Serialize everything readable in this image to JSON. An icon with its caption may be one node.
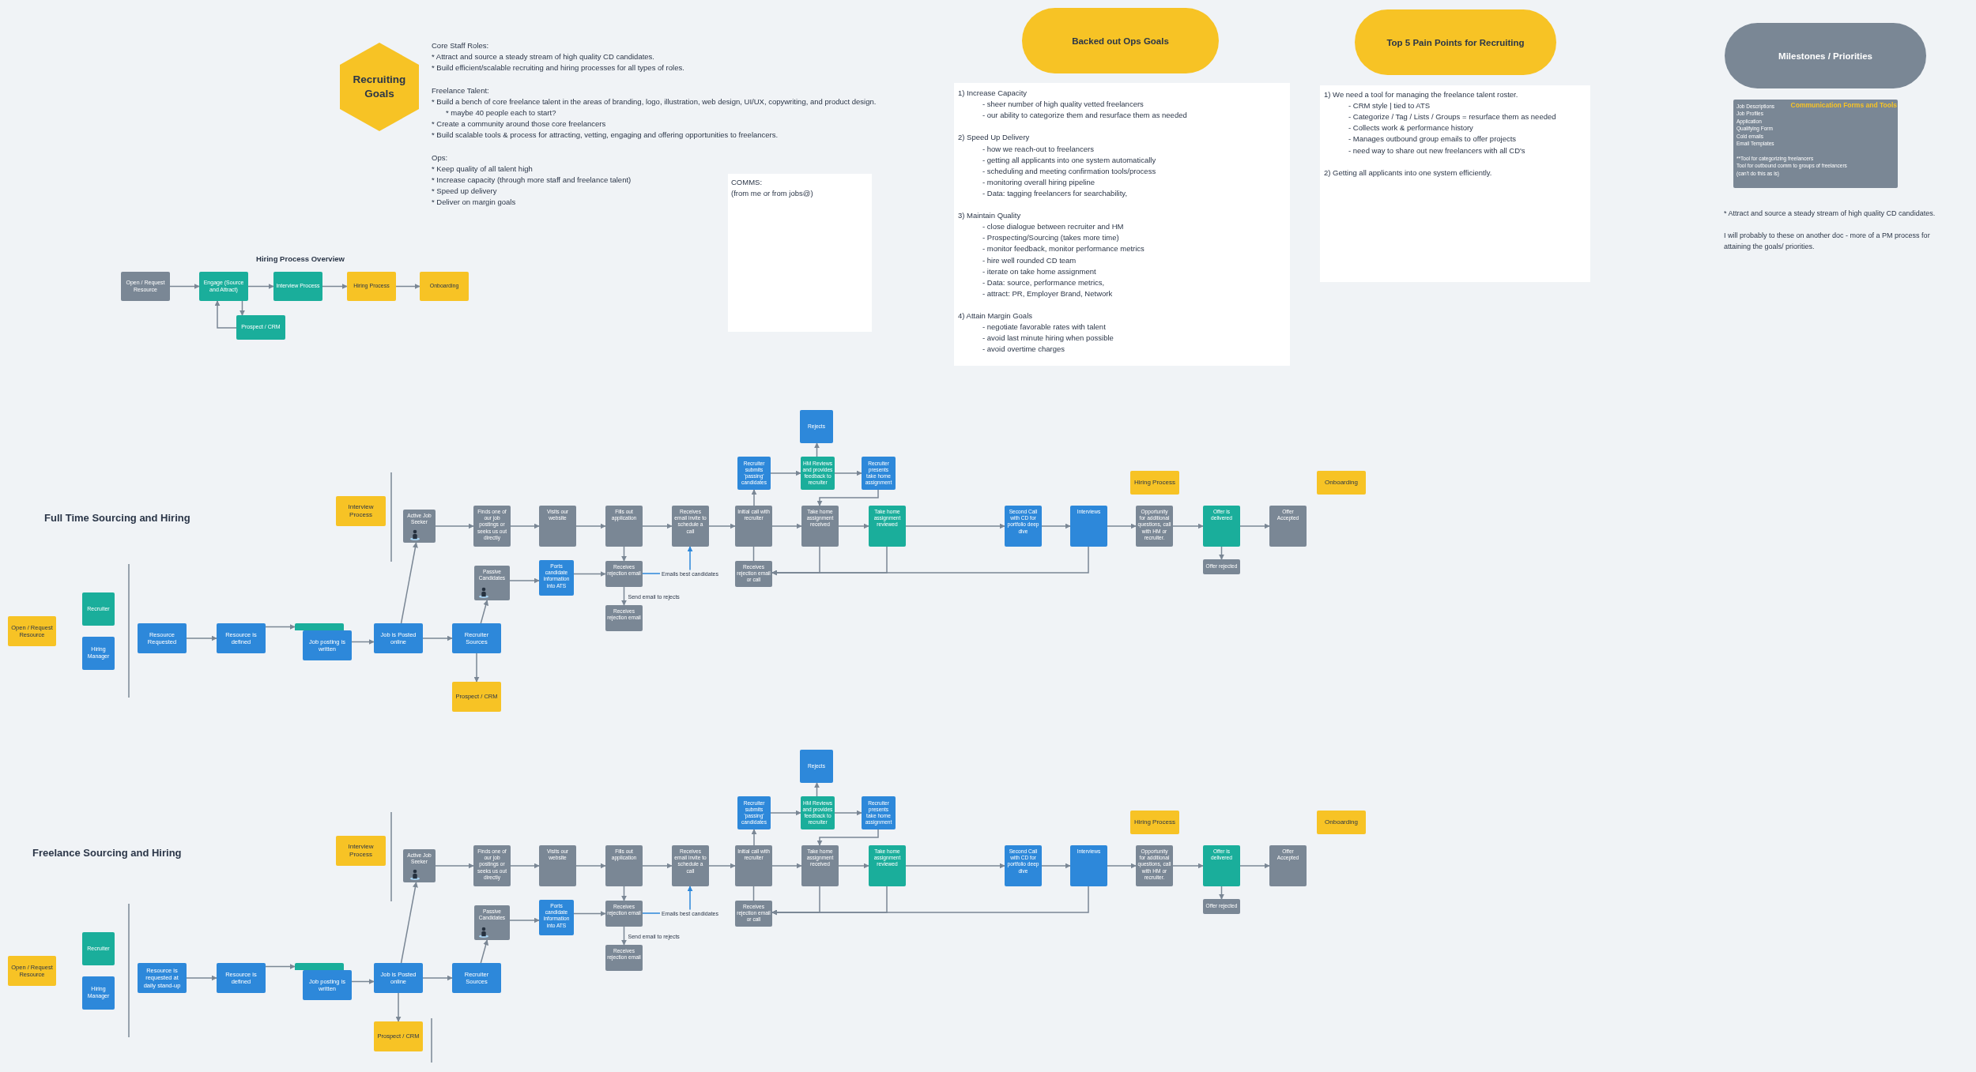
{
  "diagram": {
    "nodes": [
      {
        "text": [
          "Recruiting Goals"
        ]
      },
      {
        "text": [
          "Backed out Ops Goals"
        ]
      },
      {
        "text": [
          "1) Increase Capacity",
          "- sheer number of high quality vetted freelancers",
          "- our ability to categorize them and resurface them as needed",
          "2) Speed Up Delivery",
          "- how we reach-out to freelancers",
          "- getting all applicants into one system automatically",
          "- scheduling and meeting confirmation tools/process",
          "- monitoring overall hiring pipeline",
          "- Data: tagging freelancers for searchability,",
          "3) Maintain Quality",
          "- close dialogue between recruiter and HM",
          "- Prospecting/Sourcing (takes more time)",
          "- monitor feedback, monitor performance metrics",
          "- hire well rounded CD team",
          "- iterate on take home assignment",
          "- Data: source, performance metrics,",
          "- attract: PR, Employer Brand, Network",
          "4) Attain Margin Goals",
          "- negotiate favorable rates with talent",
          "- avoid last minute hiring when possible",
          "- avoid overtime charges"
        ]
      },
      {
        "text": [
          "Top 5 Pain Points for Recruiting"
        ]
      },
      {
        "text": [
          "1) We need a tool for managing the freelance talent roster.",
          "- CRM style | tied to ATS",
          "- Categorize / Tag / Lists / Groups = resurface them as needed",
          "- Collects work & performance history",
          "- Manages outbound group emails to offer projects",
          "- need way to share out new freelancers with all CD's",
          "2) Getting all applicants into one system efficiently."
        ]
      },
      {
        "text": [
          "Milestones / Priorities"
        ]
      },
      {
        "text": [
          "Communication Forms and Tools",
          "Job Descriptions",
          "Job Profiles",
          "Application",
          "Qualifying Form",
          "Cold emails",
          "Email Templates",
          "**Tool for categorizing freelancers",
          "Tool for outbound comm to groups of freelancers",
          "(can't do this as is)"
        ]
      },
      {
        "text": [
          "COMMS:",
          "(from me or from jobs@)"
        ]
      },
      {
        "text": [
          "Open / Request Resource"
        ]
      },
      {
        "text": [
          "Engage (Source and Attract)"
        ]
      },
      {
        "text": [
          "Interview Process"
        ]
      },
      {
        "text": [
          "Hiring Process"
        ]
      },
      {
        "text": [
          "Onboarding"
        ]
      },
      {
        "text": [
          "Prospect / CRM"
        ]
      },
      {
        "text": [
          "Interview Process"
        ]
      },
      {
        "text": [
          "Open / Request Resource"
        ]
      },
      {
        "text": [
          "Recruiter"
        ]
      },
      {
        "text": [
          "Hiring Manager"
        ]
      },
      {
        "text": [
          "Resource Requested"
        ]
      },
      {
        "text": [
          "Resource is defined"
        ]
      },
      {
        "text": [],
        "shape": "box"
      },
      {
        "text": [
          "Job posting is written"
        ]
      },
      {
        "text": [
          "Job is Posted online"
        ]
      },
      {
        "text": [
          "Recruiter Sources"
        ]
      },
      {
        "text": [
          "Prospect / CRM"
        ]
      },
      {
        "text": [
          "Active Job Seeker"
        ]
      },
      {
        "text": [
          "Finds one of our job postings or seeks us out directly"
        ]
      },
      {
        "text": [
          "Visits our website"
        ]
      },
      {
        "text": [
          "Fills out application"
        ]
      },
      {
        "text": [
          "Receives email invite to schedule a call"
        ]
      },
      {
        "text": [
          "Initial call with recruiter"
        ]
      },
      {
        "text": [
          "Take home assignment received"
        ]
      },
      {
        "text": [
          "Take home assignment reviewed"
        ]
      },
      {
        "text": [
          "Second Call with CD for portfolio deep dive"
        ]
      },
      {
        "text": [
          "Interviews"
        ]
      },
      {
        "text": [
          "Opportunity for additional questions, call with HM or recruiter."
        ]
      },
      {
        "text": [
          "Offer is delivered"
        ]
      },
      {
        "text": [
          "Offer Accepted"
        ]
      },
      {
        "text": [
          "Passive Candidates"
        ]
      },
      {
        "text": [
          "Ports candidate information into ATS"
        ]
      },
      {
        "text": [
          "Receives rejection email"
        ]
      },
      {
        "text": [
          "Receives rejection email"
        ]
      },
      {
        "text": [
          "Receives rejection email or call"
        ]
      },
      {
        "text": [
          "Recruiter submits 'passing' candidates"
        ]
      },
      {
        "text": [
          "HM Reviews and provides feedback to recruiter"
        ]
      },
      {
        "text": [
          "Recruiter presents take home assignment"
        ]
      },
      {
        "text": [
          "Rejects"
        ]
      },
      {
        "text": [
          "Offer rejected"
        ]
      },
      {
        "text": [
          "Hiring Process"
        ]
      },
      {
        "text": [
          "Onboarding"
        ]
      },
      {
        "text": [
          "Interview Process"
        ]
      },
      {
        "text": [
          "Open / Request Resource"
        ]
      },
      {
        "text": [
          "Recruiter"
        ]
      },
      {
        "text": [
          "Hiring Manager"
        ]
      },
      {
        "text": [
          "Resource is requested at daily stand-up"
        ]
      },
      {
        "text": [
          "Resource is defined"
        ]
      },
      {
        "text": [],
        "shape": "box"
      },
      {
        "text": [
          "Job posting is written"
        ]
      },
      {
        "text": [
          "Job is Posted online"
        ]
      },
      {
        "text": [
          "Recruiter Sources"
        ]
      },
      {
        "text": [
          "Prospect / CRM"
        ]
      },
      {
        "text": [
          "Active Job Seeker"
        ]
      },
      {
        "text": [
          "Finds one of our job postings or seeks us out directly"
        ]
      },
      {
        "text": [
          "Visits our website"
        ]
      },
      {
        "text": [
          "Fills out application"
        ]
      },
      {
        "text": [
          "Receives email invite to schedule a call"
        ]
      },
      {
        "text": [
          "Initial call with recruiter"
        ]
      },
      {
        "text": [
          "Take home assignment received"
        ]
      },
      {
        "text": [
          "Take home assignment reviewed"
        ]
      },
      {
        "text": [
          "Second Call with CD for portfolio deep dive"
        ]
      },
      {
        "text": [
          "Interviews"
        ]
      },
      {
        "text": [
          "Opportunity for additional questions, call with HM or recruiter."
        ]
      },
      {
        "text": [
          "Offer is delivered"
        ]
      },
      {
        "text": [
          "Offer Accepted"
        ]
      },
      {
        "text": [
          "Passive Candidates"
        ]
      },
      {
        "text": [
          "Ports candidate information into ATS"
        ]
      },
      {
        "text": [
          "Receives rejection email"
        ]
      },
      {
        "text": [
          "Receives rejection email"
        ]
      },
      {
        "text": [
          "Receives rejection email or call"
        ]
      },
      {
        "text": [
          "Recruiter submits 'passing' candidates"
        ]
      },
      {
        "text": [
          "HM Reviews and provides feedback to recruiter"
        ]
      },
      {
        "text": [
          "Recruiter presents take home assignment"
        ]
      },
      {
        "text": [
          "Rejects"
        ]
      },
      {
        "text": [
          "Offer rejected"
        ]
      },
      {
        "text": [
          "Hiring Process"
        ]
      },
      {
        "text": [
          "Onboarding"
        ]
      }
    ],
    "edges": [
      {
        "from": 8,
        "to": 9,
        "arrow": "to"
      },
      {
        "from": 9,
        "to": 10,
        "arrow": "to"
      },
      {
        "from": 10,
        "to": 11,
        "arrow": "to"
      },
      {
        "from": 11,
        "to": 12,
        "arrow": "to"
      },
      {
        "from": 9,
        "to": 13,
        "arrow": "to"
      },
      {
        "from": 13,
        "to": 9,
        "arrow": "to"
      },
      {
        "from": 18,
        "to": 19,
        "arrow": "to"
      },
      {
        "from": 19,
        "to": 20,
        "arrow": "to"
      },
      {
        "from": 21,
        "to": 22,
        "arrow": "to"
      },
      {
        "from": 22,
        "to": 23,
        "arrow": "to"
      },
      {
        "from": 23,
        "to": 24,
        "arrow": "to"
      },
      {
        "from": 22,
        "to": 25,
        "arrow": "to"
      },
      {
        "from": 23,
        "to": 38,
        "arrow": "to"
      },
      {
        "from": 25,
        "to": 26,
        "arrow": "to"
      },
      {
        "from": 26,
        "to": 27,
        "arrow": "to"
      },
      {
        "from": 27,
        "to": 28,
        "arrow": "to"
      },
      {
        "from": 28,
        "to": 29,
        "arrow": "to"
      },
      {
        "from": 29,
        "to": 30,
        "arrow": "to"
      },
      {
        "from": 30,
        "to": 31,
        "arrow": "to"
      },
      {
        "from": 31,
        "to": 32,
        "arrow": "to"
      },
      {
        "from": 32,
        "to": 33,
        "arrow": "to"
      },
      {
        "from": 33,
        "to": 34,
        "arrow": "to"
      },
      {
        "from": 34,
        "to": 35,
        "arrow": "to"
      },
      {
        "from": 35,
        "to": 36,
        "arrow": "to"
      },
      {
        "from": 36,
        "to": 37,
        "arrow": "to"
      },
      {
        "from": 36,
        "to": 47,
        "arrow": "to"
      },
      {
        "from": 38,
        "to": 39,
        "arrow": "to"
      },
      {
        "from": 39,
        "to": 40,
        "arrow": "to"
      },
      {
        "from": 28,
        "to": 40,
        "arrow": "to"
      },
      {
        "from": 40,
        "to": 41,
        "arrow": "to",
        "label": "Send email to rejects"
      },
      {
        "from": 40,
        "to": 29,
        "arrow": "to",
        "label": "Emails best candidates",
        "color": "#2d88da"
      },
      {
        "from": 30,
        "to": 42,
        "arrow": "none"
      },
      {
        "from": 31,
        "to": 42,
        "arrow": "to"
      },
      {
        "from": 32,
        "to": 42,
        "arrow": "to"
      },
      {
        "from": 34,
        "to": 42,
        "arrow": "to"
      },
      {
        "from": 30,
        "to": 43,
        "arrow": "to"
      },
      {
        "from": 43,
        "to": 44,
        "arrow": "to"
      },
      {
        "from": 44,
        "to": 45,
        "arrow": "to"
      },
      {
        "from": 44,
        "to": 46,
        "arrow": "to"
      },
      {
        "from": 45,
        "to": 31,
        "arrow": "to"
      },
      {
        "from": 54,
        "to": 55,
        "arrow": "to"
      },
      {
        "from": 55,
        "to": 56,
        "arrow": "to"
      },
      {
        "from": 57,
        "to": 58,
        "arrow": "to"
      },
      {
        "from": 58,
        "to": 59,
        "arrow": "to"
      },
      {
        "from": 58,
        "to": 60,
        "arrow": "to"
      },
      {
        "from": 58,
        "to": 61,
        "arrow": "to"
      },
      {
        "from": 59,
        "to": 74,
        "arrow": "to"
      },
      {
        "from": 61,
        "to": 62,
        "arrow": "to"
      },
      {
        "from": 62,
        "to": 63,
        "arrow": "to"
      },
      {
        "from": 63,
        "to": 64,
        "arrow": "to"
      },
      {
        "from": 64,
        "to": 65,
        "arrow": "to"
      },
      {
        "from": 65,
        "to": 66,
        "arrow": "to"
      },
      {
        "from": 66,
        "to": 67,
        "arrow": "to"
      },
      {
        "from": 67,
        "to": 68,
        "arrow": "to"
      },
      {
        "from": 68,
        "to": 69,
        "arrow": "to"
      },
      {
        "from": 69,
        "to": 70,
        "arrow": "to"
      },
      {
        "from": 70,
        "to": 71,
        "arrow": "to"
      },
      {
        "from": 71,
        "to": 72,
        "arrow": "to"
      },
      {
        "from": 72,
        "to": 73,
        "arrow": "to"
      },
      {
        "from": 72,
        "to": 83,
        "arrow": "to"
      },
      {
        "from": 74,
        "to": 75,
        "arrow": "to"
      },
      {
        "from": 75,
        "to": 76,
        "arrow": "to"
      },
      {
        "from": 64,
        "to": 76,
        "arrow": "to"
      },
      {
        "from": 76,
        "to": 77,
        "arrow": "to",
        "label": "Send email to rejects"
      },
      {
        "from": 76,
        "to": 65,
        "arrow": "to",
        "label": "Emails best candidates",
        "color": "#2d88da"
      },
      {
        "from": 66,
        "to": 78,
        "arrow": "none"
      },
      {
        "from": 67,
        "to": 78,
        "arrow": "to"
      },
      {
        "from": 68,
        "to": 78,
        "arrow": "to"
      },
      {
        "from": 70,
        "to": 78,
        "arrow": "to"
      },
      {
        "from": 66,
        "to": 79,
        "arrow": "to"
      },
      {
        "from": 79,
        "to": 80,
        "arrow": "to"
      },
      {
        "from": 80,
        "to": 81,
        "arrow": "to"
      },
      {
        "from": 80,
        "to": 82,
        "arrow": "to"
      },
      {
        "from": 81,
        "to": 67,
        "arrow": "to"
      }
    ],
    "labels": [
      "Core Staff Roles:",
      "* Attract and source a steady stream of high quality CD candidates.",
      "* Build efficient/scalable recruiting and hiring processes for all types of roles.",
      "Freelance Talent:",
      "* Build a bench of core freelance talent in the areas of branding, logo, illustration, web design, UI/UX, copywriting, and product design.",
      "* maybe 40 people each to start?",
      "* Create a community around those core freelancers",
      "* Build scalable tools & process for attracting, vetting, engaging and offering opportunities to freelancers.",
      "Ops:",
      "* Keep quality of all talent high",
      "* Increase capacity (through more staff and freelance talent)",
      "* Speed up delivery",
      "* Deliver on margin goals",
      "* Attract and source a steady stream of high quality CD candidates.",
      "I will probably to these on another doc - more of a PM process for attaining the goals/ priorities.",
      "Hiring Process Overview",
      "Full Time Sourcing and Hiring",
      "Freelance Sourcing and Hiring"
    ]
  }
}
